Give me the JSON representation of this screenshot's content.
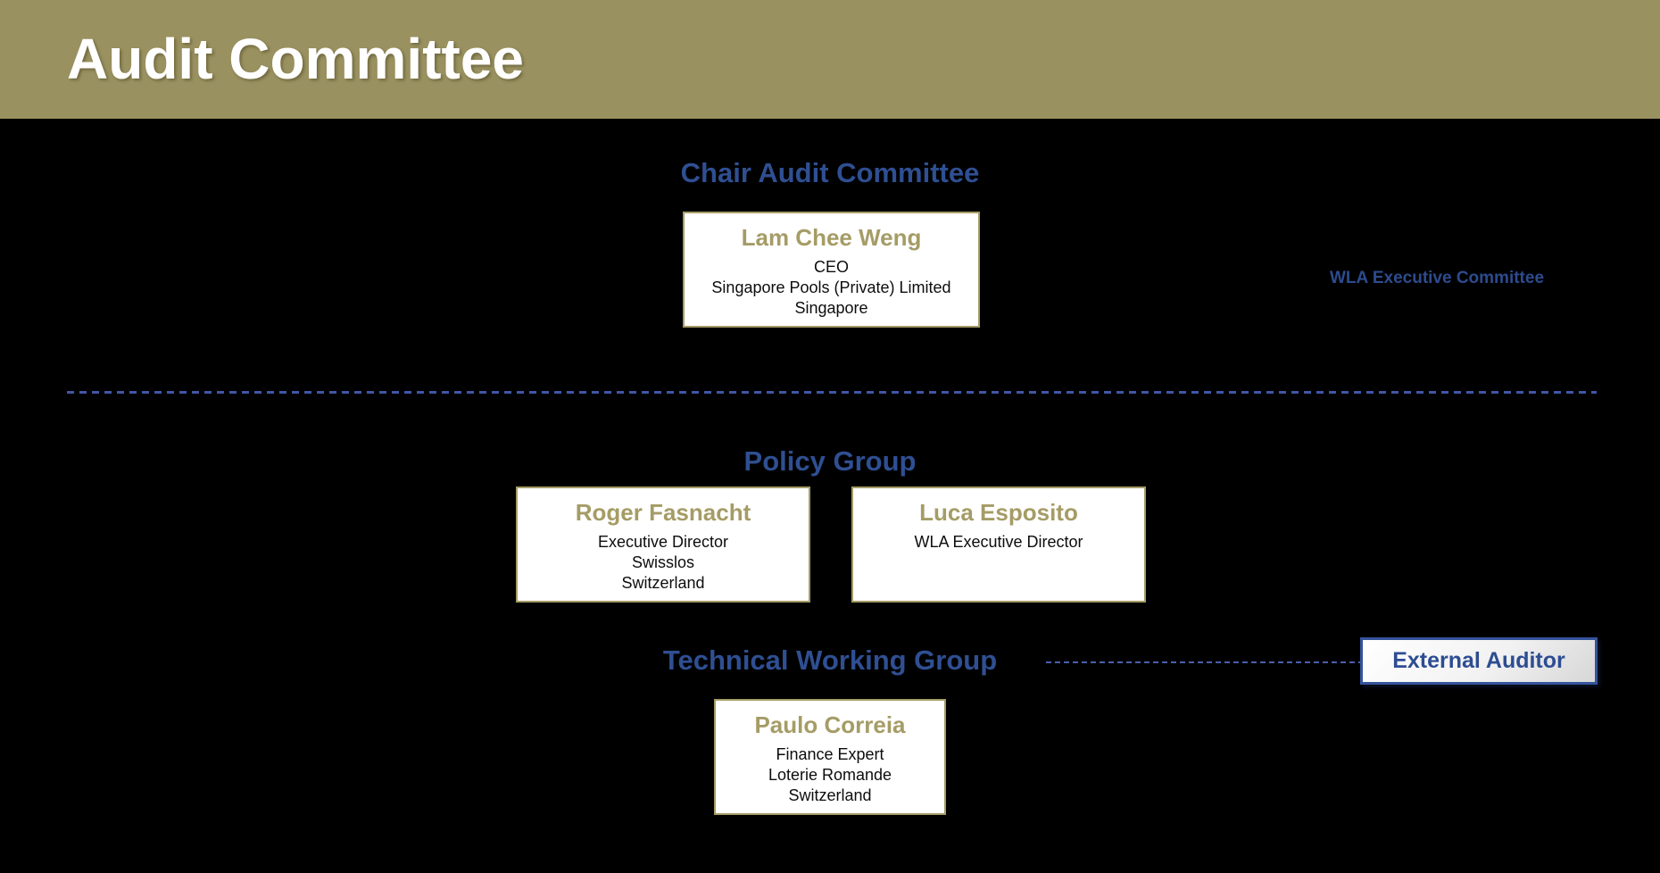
{
  "header": {
    "title": "Audit Committee"
  },
  "sections": {
    "chair": {
      "heading": "Chair Audit Committee",
      "card": {
        "name": "Lam Chee Weng",
        "lines": [
          "CEO",
          "Singapore Pools (Private) Limited",
          "Singapore"
        ]
      }
    },
    "policy": {
      "heading": "Policy Group",
      "cards": [
        {
          "name": "Roger Fasnacht",
          "lines": [
            "Executive Director",
            "Swisslos",
            "Switzerland"
          ]
        },
        {
          "name": "Luca Esposito",
          "lines": [
            "WLA Executive Director"
          ]
        }
      ]
    },
    "technical": {
      "heading": "Technical Working Group",
      "card": {
        "name": "Paulo Correia",
        "lines": [
          "Finance Expert",
          "Loterie Romande",
          "Switzerland"
        ]
      }
    }
  },
  "labels": {
    "wla_exec": "WLA Executive Committee",
    "external_auditor": "External Auditor"
  },
  "colors": {
    "header_bg": "#9a9160",
    "heading_blue": "#2f4f92",
    "gold": "#a59c66",
    "dash_blue": "#4156a6",
    "card_bg": "#ffffff",
    "page_bg": "#000000",
    "button_border": "#35549c"
  }
}
